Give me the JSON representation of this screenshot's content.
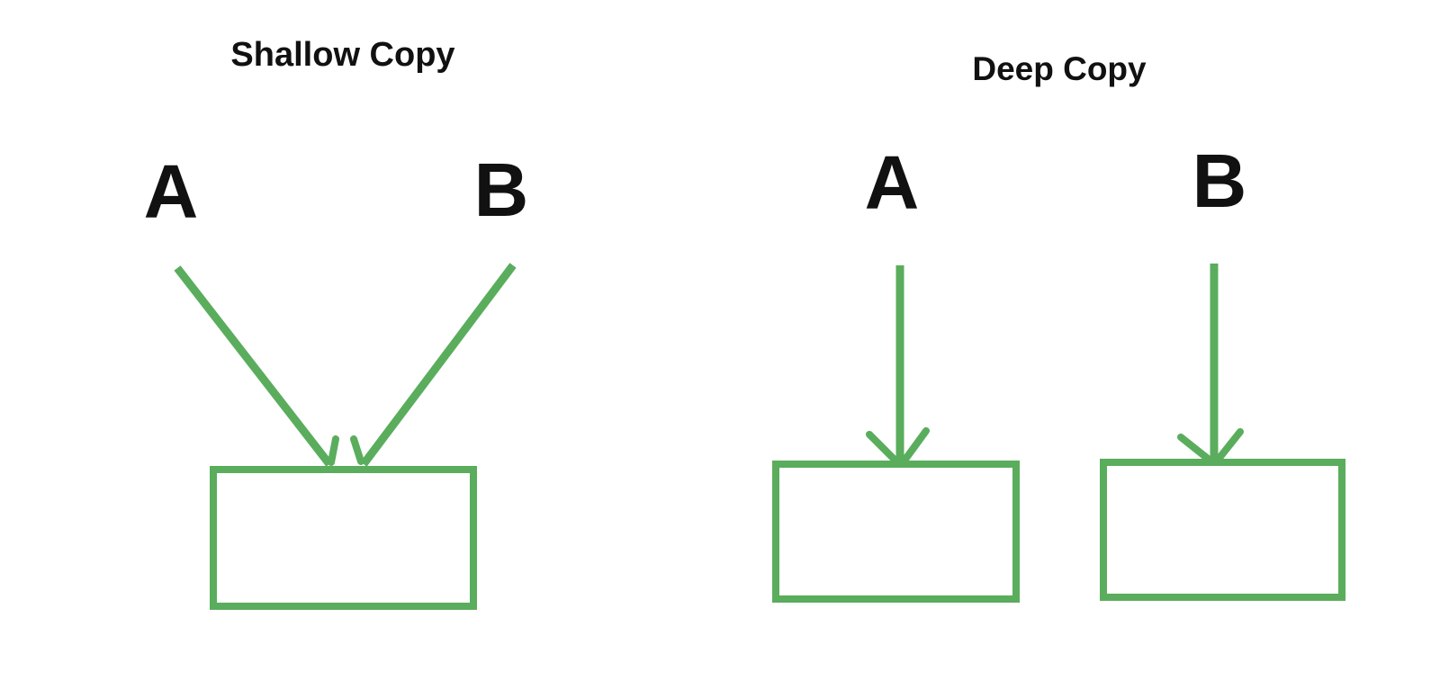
{
  "diagram": {
    "background_color": "#ffffff",
    "line_color": "#5aad5c",
    "text_color": "#111111",
    "shallow": {
      "title": "Shallow Copy",
      "label_a": "A",
      "label_b": "B"
    },
    "deep": {
      "title": "Deep Copy",
      "label_a": "A",
      "label_b": "B"
    }
  }
}
